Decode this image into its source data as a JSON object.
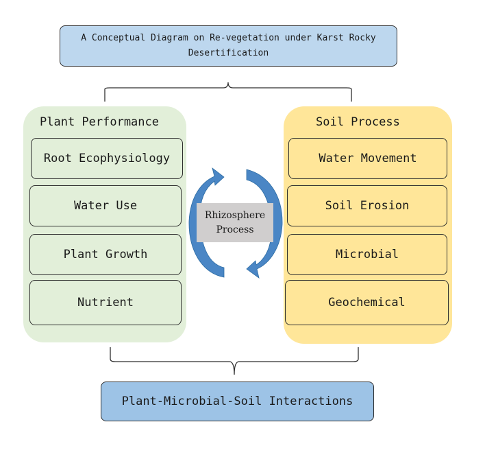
{
  "title": "A Conceptual Diagram on Re-vegetation under Karst Rocky Desertification",
  "plant_performance": {
    "heading": "Plant Performance",
    "items": [
      "Root Ecophysiology",
      "Water Use",
      "Plant Growth",
      "Nutrient"
    ]
  },
  "soil_process": {
    "heading": "Soil Process",
    "items": [
      "Water Movement",
      "Soil Erosion",
      "Microbial",
      "Geochemical"
    ]
  },
  "center": {
    "line1": "Rhizosphere",
    "line2": "Process"
  },
  "bottom": "Plant-Microbial-Soil Interactions",
  "colors": {
    "title_fill": "#bdd7ee",
    "plant_fill": "#e2efd9",
    "soil_fill": "#ffe699",
    "center_fill": "#d0cece",
    "bottom_fill": "#9dc3e6",
    "arrow_dark": "#2e6da4",
    "arrow_light": "#5b9bd5"
  }
}
